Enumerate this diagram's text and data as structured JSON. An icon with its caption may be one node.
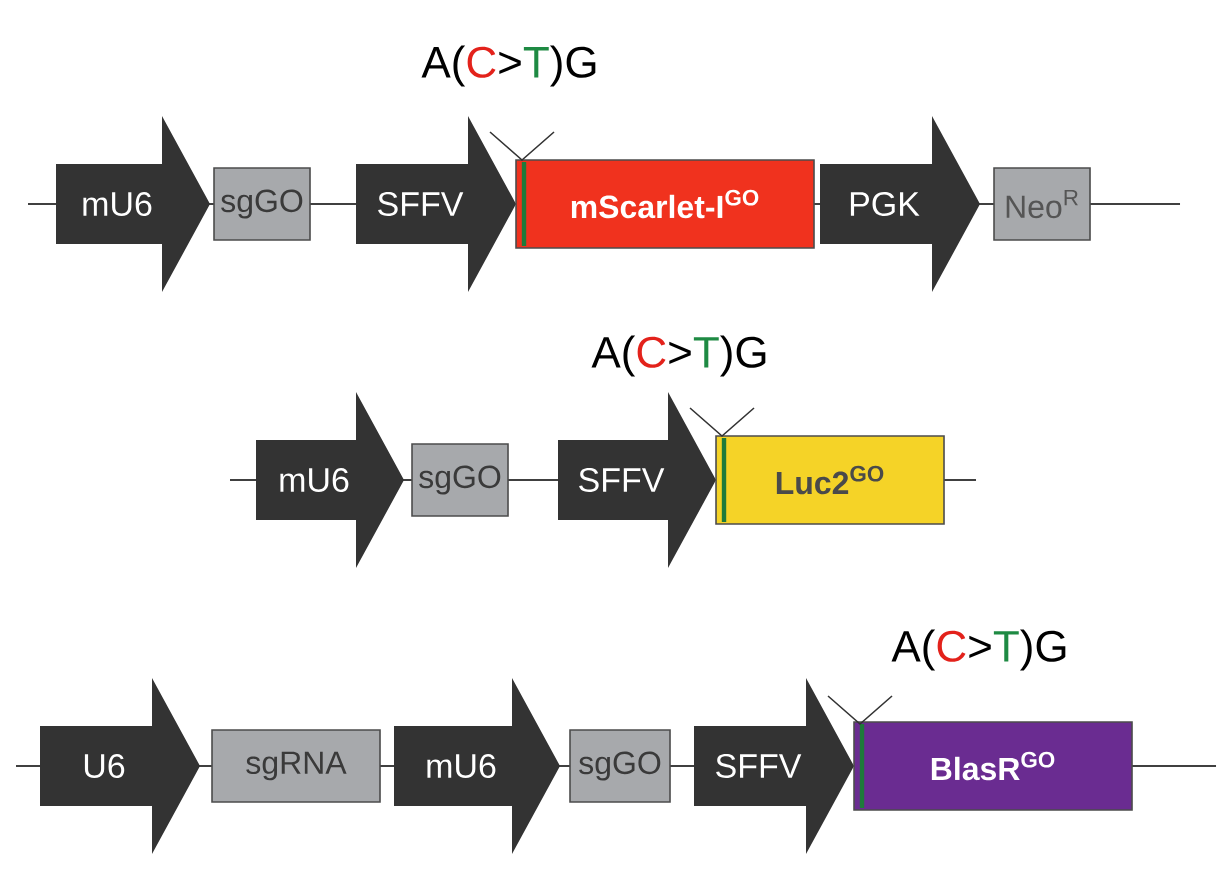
{
  "diagram": {
    "nodes": [
      {
        "text": [
          "mU6"
        ]
      },
      {
        "text": [
          "sgGO"
        ]
      },
      {
        "text": [
          "SFFV"
        ]
      },
      {
        "text": [
          "mScarlet-I$^{GO}$"
        ]
      },
      {
        "text": [
          "PGK"
        ]
      },
      {
        "text": [
          "Neo$^{R}$"
        ]
      },
      {
        "text": [
          "mU6"
        ]
      },
      {
        "text": [
          "sgGO"
        ]
      },
      {
        "text": [
          "SFFV"
        ]
      },
      {
        "text": [
          "Luc2$^{GO}$"
        ]
      },
      {
        "text": [
          "U6"
        ]
      },
      {
        "text": [
          "sgRNA"
        ]
      },
      {
        "text": [
          "mU6"
        ]
      },
      {
        "text": [
          "sgGO"
        ]
      },
      {
        "text": [
          "SFFV"
        ]
      },
      {
        "text": [
          "BlasR$^{GO}$"
        ]
      }
    ],
    "labels": [
      "A(C>T)G",
      "A(C>T)G",
      "A(C>T)G"
    ]
  }
}
